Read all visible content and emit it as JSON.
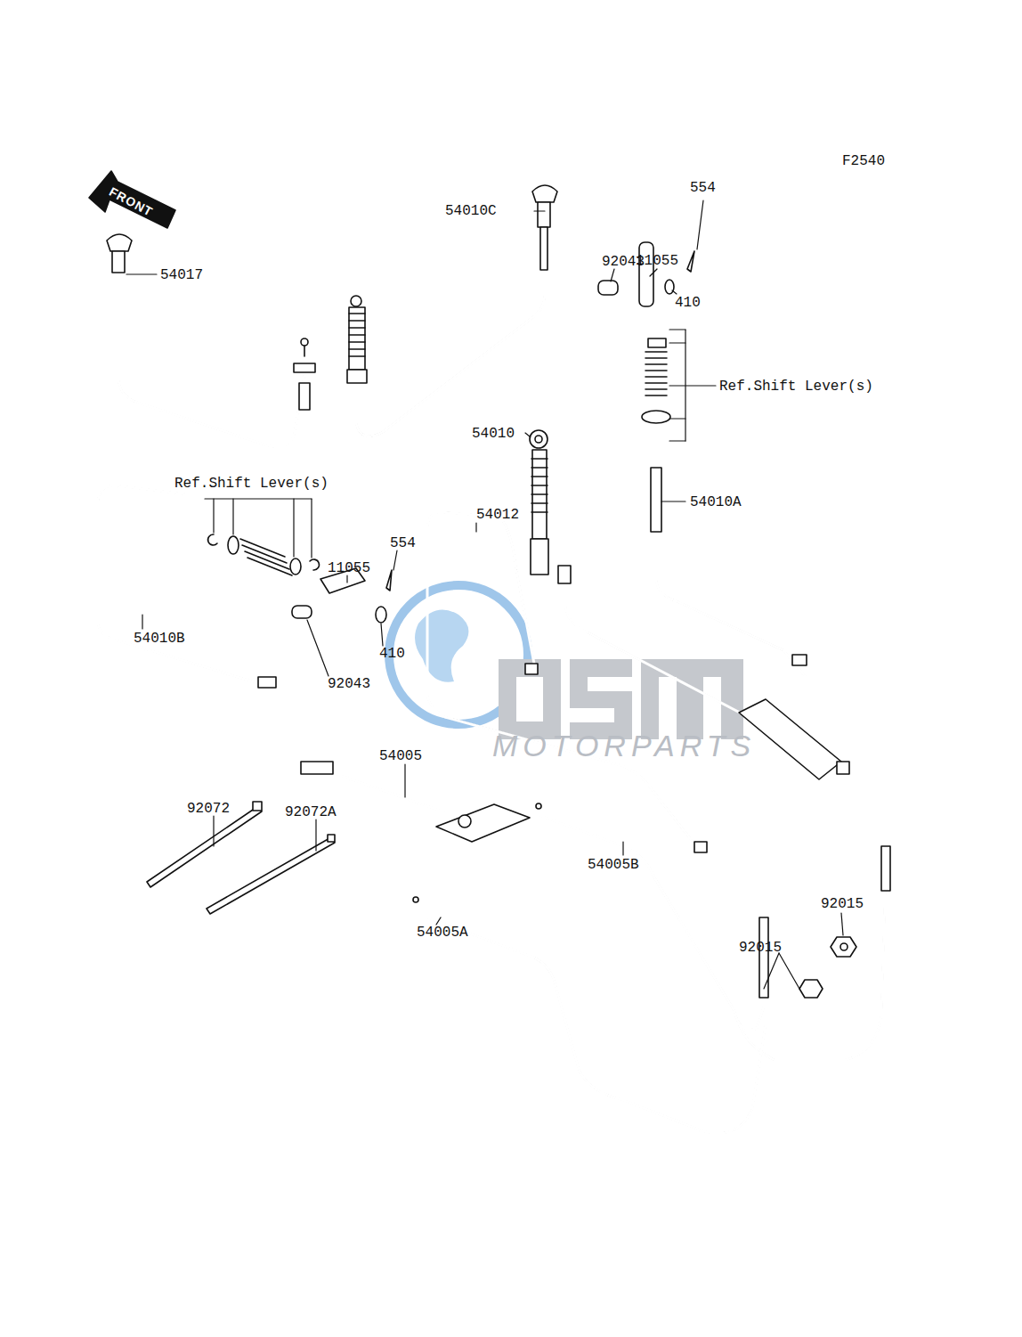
{
  "diagram": {
    "labels": [
      "F2540",
      "FRONT",
      "554",
      "54010C",
      "11055",
      "92043",
      "54017",
      "410",
      "Ref.Shift Lever(s)",
      "54010",
      "54010A",
      "Ref.Shift Lever(s)",
      "54012",
      "554",
      "11055",
      "54010B",
      "410",
      "92043",
      "MOTORPARTS",
      "54005",
      "92072",
      "92072A",
      "54005B",
      "92015",
      "92015",
      "54005A"
    ]
  }
}
